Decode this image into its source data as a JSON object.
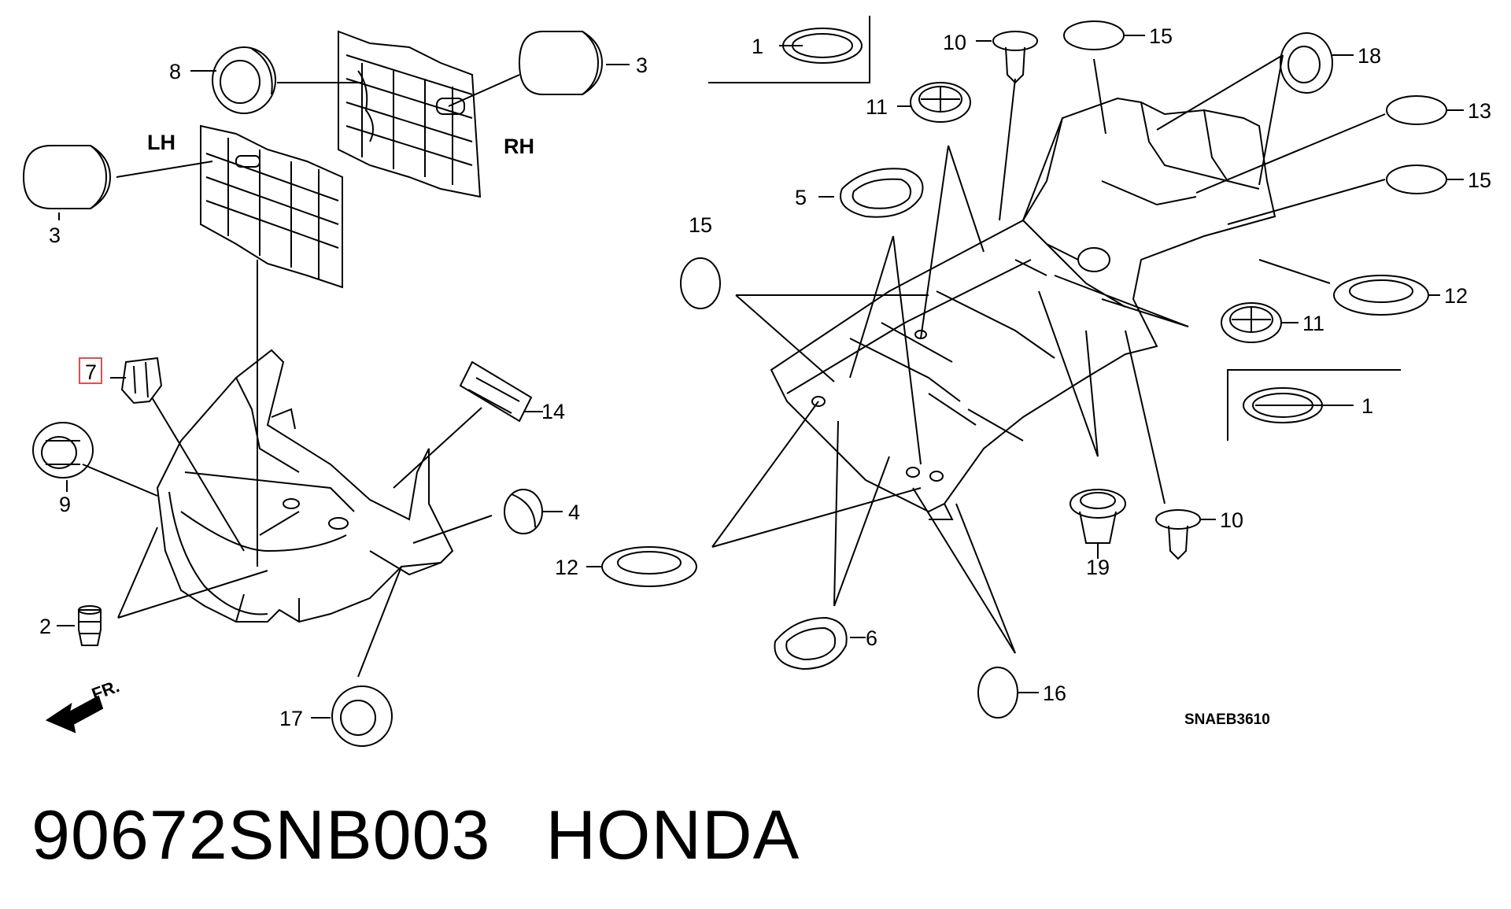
{
  "callouts": {
    "c1a": "1",
    "c1b": "1",
    "c2": "2",
    "c3a": "3",
    "c3b": "3",
    "c4": "4",
    "c5": "5",
    "c6": "6",
    "c7": "7",
    "c8": "8",
    "c9": "9",
    "c10a": "10",
    "c10b": "10",
    "c11a": "11",
    "c11b": "11",
    "c12a": "12",
    "c12b": "12",
    "c13": "13",
    "c14": "14",
    "c15a": "15",
    "c15b": "15",
    "c15c": "15",
    "c16": "16",
    "c17": "17",
    "c18": "18",
    "c19": "19"
  },
  "labels": {
    "lh": "LH",
    "rh": "RH",
    "front": "FR.",
    "diagram_code": "SNAEB3610"
  },
  "footer": {
    "part_number": "90672SNB003",
    "brand": "HONDA"
  },
  "colors": {
    "line": "#000000",
    "highlight": "#e05050",
    "background": "#ffffff"
  }
}
